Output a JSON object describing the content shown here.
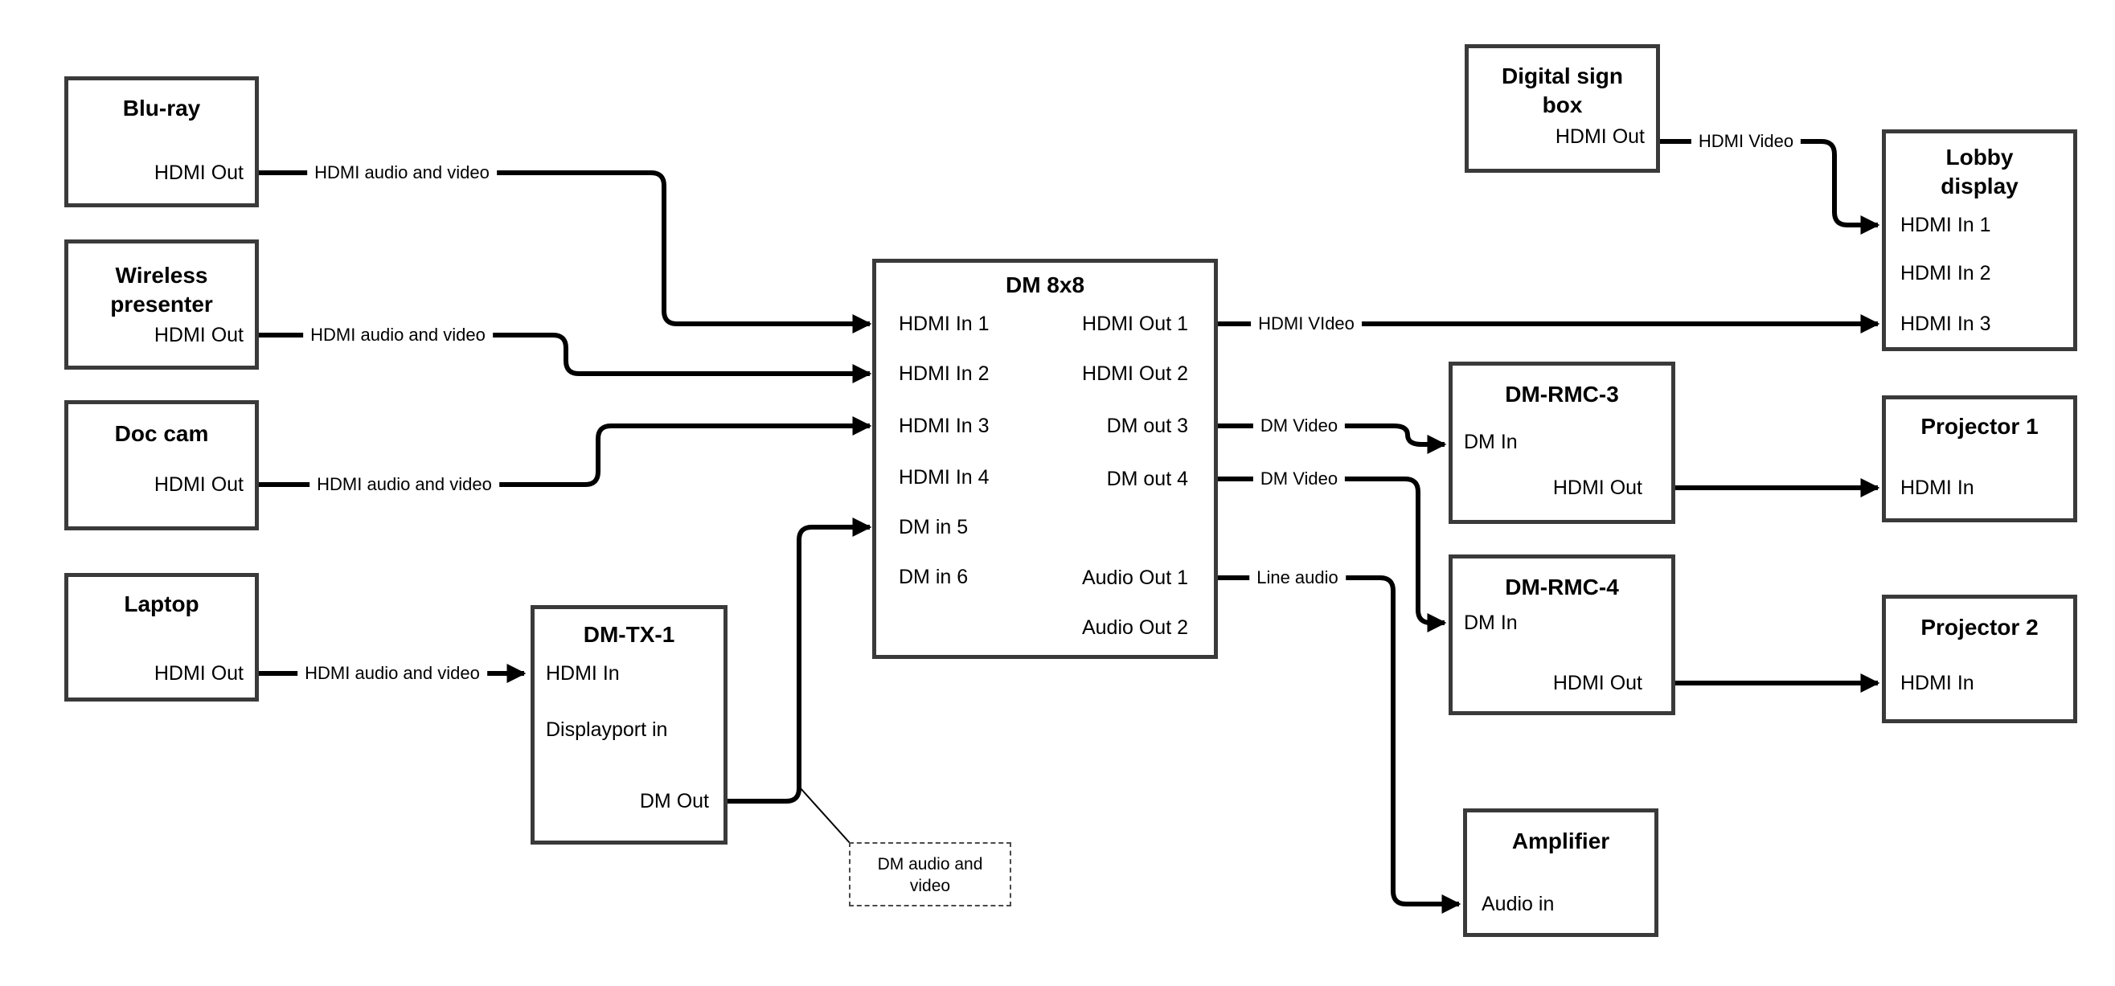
{
  "nodes": {
    "bluray": {
      "title": "Blu-ray",
      "port": "HDMI Out"
    },
    "wireless": {
      "title1": "Wireless",
      "title2": "presenter",
      "port": "HDMI Out"
    },
    "doccam": {
      "title": "Doc cam",
      "port": "HDMI Out"
    },
    "laptop": {
      "title": "Laptop",
      "port": "HDMI Out"
    },
    "dmtx1": {
      "title": "DM-TX-1",
      "hdmi_in": "HDMI In",
      "displayport_in": "Displayport in",
      "dm_out": "DM Out"
    },
    "dm8x8": {
      "title": "DM 8x8",
      "inputs": [
        "HDMI In 1",
        "HDMI In 2",
        "HDMI In 3",
        "HDMI In 4",
        "DM in 5",
        "DM in 6"
      ],
      "outputs": [
        "HDMI Out 1",
        "HDMI Out 2",
        "DM out 3",
        "DM out 4",
        "Audio Out 1",
        "Audio Out 2"
      ]
    },
    "signbox": {
      "title1": "Digital sign",
      "title2": "box",
      "port": "HDMI Out"
    },
    "lobby": {
      "title1": "Lobby",
      "title2": "display",
      "inputs": [
        "HDMI In 1",
        "HDMI In 2",
        "HDMI In 3"
      ]
    },
    "dmrmc3": {
      "title": "DM-RMC-3",
      "dm_in": "DM In",
      "hdmi_out": "HDMI Out"
    },
    "dmrmc4": {
      "title": "DM-RMC-4",
      "dm_in": "DM In",
      "hdmi_out": "HDMI Out"
    },
    "proj1": {
      "title": "Projector 1",
      "hdmi_in": "HDMI In"
    },
    "proj2": {
      "title": "Projector 2",
      "hdmi_in": "HDMI In"
    },
    "amp": {
      "title": "Amplifier",
      "audio_in": "Audio in"
    }
  },
  "edge_labels": {
    "bluray_to_dm8x8": "HDMI audio and video",
    "wireless_to_dm8x8": "HDMI audio and video",
    "doccam_to_dm8x8": "HDMI audio and video",
    "laptop_to_dmtx1": "HDMI audio and video",
    "signbox_to_lobby": "HDMI Video",
    "dm8x8_to_lobby": "HDMI VIdeo",
    "dm8x8_to_dmrmc3": "DM Video",
    "dm8x8_to_dmrmc4": "DM Video",
    "dm8x8_to_amp": "Line audio",
    "note_line1": "DM audio and",
    "note_line2": "video"
  },
  "colors": {
    "wire": "#000000",
    "box_border": "#3a3a3a",
    "text": "#000000",
    "background": "#ffffff"
  }
}
